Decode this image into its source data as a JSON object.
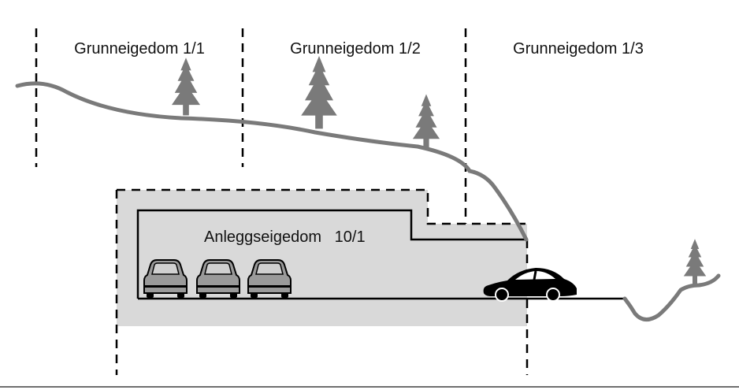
{
  "parcels": [
    {
      "label": "Grunneigedom 1/1"
    },
    {
      "label": "Grunneigedom 1/2"
    },
    {
      "label": "Grunneigedom 1/3"
    }
  ],
  "facility": {
    "label": "Anleggseigedom   10/1"
  },
  "colors": {
    "terrain": "#7a7a7a",
    "tree": "#7a7a7a",
    "facility_fill": "#d9d9d9",
    "boundary": "#000000",
    "tunnel_outline": "#000000",
    "car_parked": "#9a9a9a",
    "car_driving": "#000000",
    "bottom_rule": "#6f6f6f"
  },
  "icons": {
    "tree": "conifer-tree-icon",
    "parked_car": "parked-car-icon",
    "driving_car": "sports-car-icon"
  }
}
